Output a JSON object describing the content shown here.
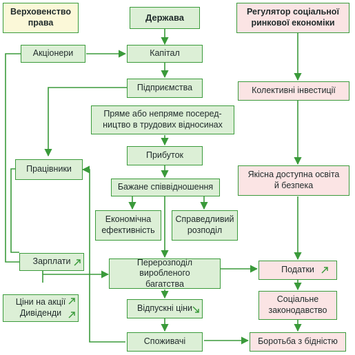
{
  "nodes": {
    "rule_of_law": "Верховенство\nправа",
    "state": "Держава",
    "regulator": "Регулятор соціальної\nринкової економіки",
    "shareholders": "Акціонери",
    "capital": "Капітал",
    "enterprise": "Підприємства",
    "mediation": "Пряме або непряме посеред-\nництво в трудових відносинах",
    "profit": "Прибуток",
    "workers": "Працівники",
    "desired_ratio": "Бажане співвідношення",
    "econ_eff": "Економічна\nефективність",
    "fair_dist": "Справедливий\nрозподіл",
    "wages": "Зарплати",
    "redistribution": "Перерозподіл виробленого\nбагатства",
    "stock_prices": "Ціни на акції\nДивіденди",
    "sale_prices": "Відпускні ціни",
    "consumers": "Споживачі",
    "collective_inv": "Колективні інвестиції",
    "education": "Якісна доступна освіта\nй безпека",
    "taxes": "Податки",
    "social_law": "Соціальне\nзаконодавство",
    "poverty": "Боротьба з бідністю"
  },
  "colors": {
    "line": "#3a9a3a",
    "green_fill": "#dcefd6",
    "yellow_fill": "#fbf8d8",
    "pink_fill": "#fbe4e4"
  },
  "icons": [
    "trend-up-icon",
    "trend-down-icon"
  ]
}
